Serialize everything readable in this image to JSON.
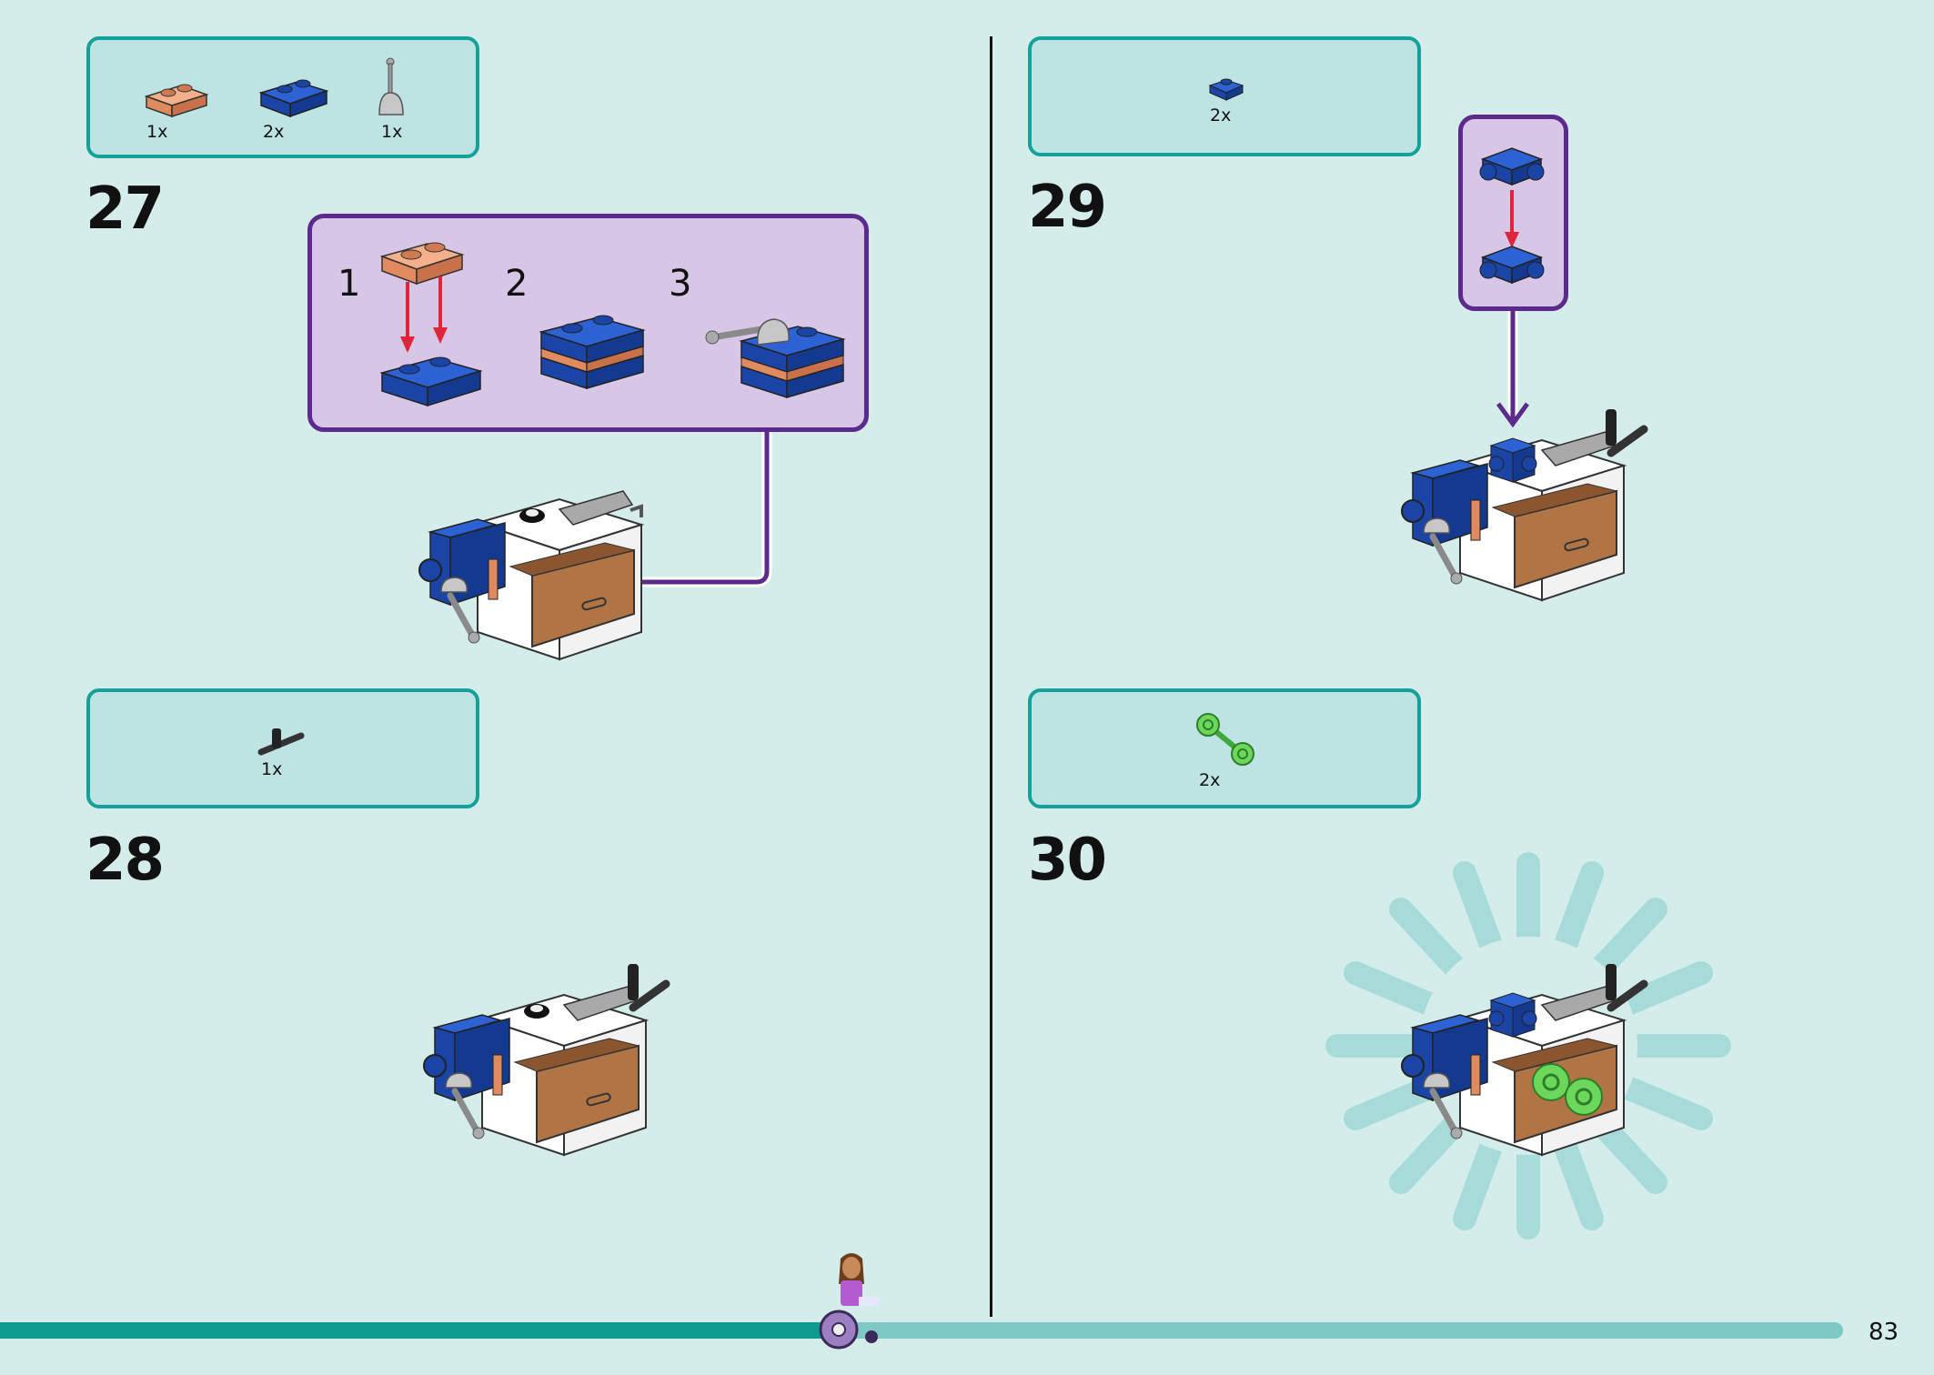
{
  "page": {
    "number": "83"
  },
  "steps": [
    {
      "number": "27",
      "parts": [
        {
          "qty": "1x",
          "icon": "tan-plate-1x2-icon"
        },
        {
          "qty": "2x",
          "icon": "blue-plate-rail-icon"
        },
        {
          "qty": "1x",
          "icon": "gray-lever-icon"
        }
      ],
      "substeps": [
        "1",
        "2",
        "3"
      ]
    },
    {
      "number": "28",
      "parts": [
        {
          "qty": "1x",
          "icon": "black-bar-holder-icon"
        }
      ]
    },
    {
      "number": "29",
      "parts": [
        {
          "qty": "2x",
          "icon": "blue-wheel-holder-icon"
        }
      ]
    },
    {
      "number": "30",
      "parts": [
        {
          "qty": "2x",
          "icon": "green-dumbbell-icon"
        }
      ]
    }
  ],
  "colors": {
    "background": "#d4ecea",
    "parts_box": "#bde3e2",
    "parts_border": "#14a19a",
    "sub_box": "#d7c6e6",
    "sub_border": "#5c2a8c",
    "brick_blue": "#1f4fb8",
    "brick_tan": "#f0a37a",
    "arrow_red": "#e0253b",
    "progress_teal": "#0e9a8f"
  },
  "progress": {
    "fraction": 0.46
  }
}
